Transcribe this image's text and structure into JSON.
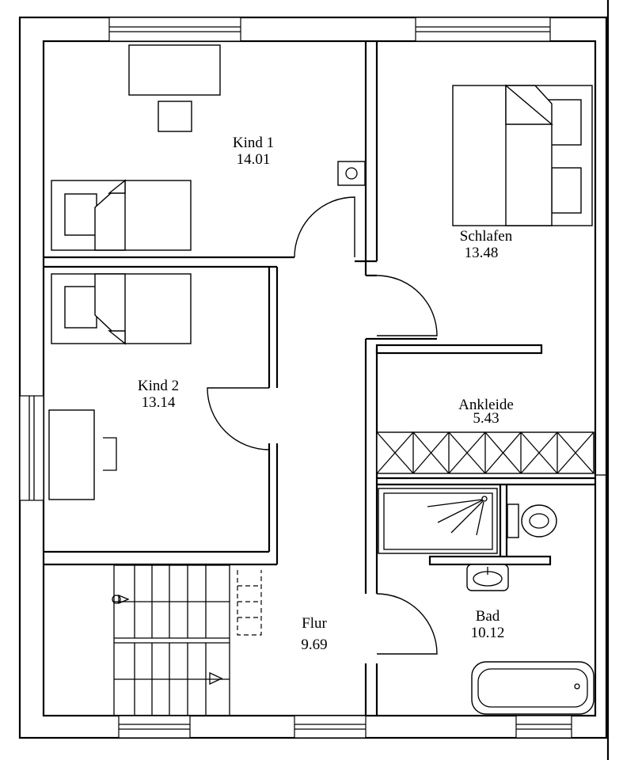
{
  "rooms": [
    {
      "name": "Kind 1",
      "area": "14.01"
    },
    {
      "name": "Schlafen",
      "area": "13.48"
    },
    {
      "name": "Kind 2",
      "area": "13.14"
    },
    {
      "name": "Ankleide",
      "area": "5.43"
    },
    {
      "name": "Flur",
      "area": "9.69"
    },
    {
      "name": "Bad",
      "area": "10.12"
    }
  ],
  "colors": {
    "line": "#000000",
    "background": "#ffffff"
  }
}
